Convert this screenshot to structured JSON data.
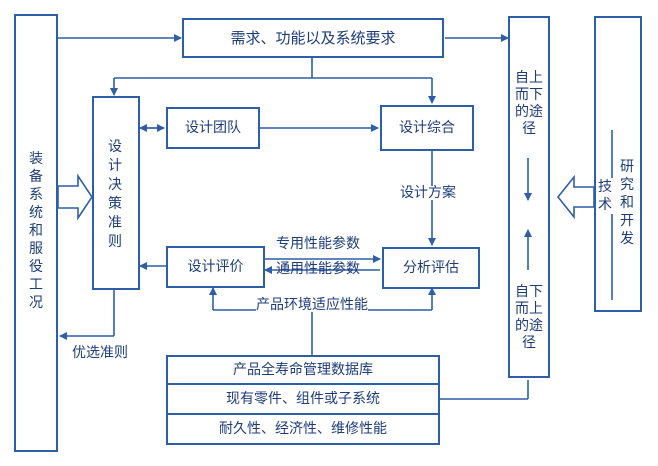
{
  "boxes": {
    "requirements": "需求、功能以及系统要求",
    "design_team": "设计团队",
    "design_synthesis": "设计综合",
    "design_evaluation": "设计评价",
    "analysis_evaluation": "分析评估",
    "design_decision_criteria": "设计决策准则",
    "equipment_service_conditions": "装备系统和服役工况",
    "research_development": "研究和开发",
    "technology": "技术"
  },
  "database": {
    "title": "产品全寿命管理数据库",
    "row2": "现有零件、组件或子系统",
    "row3": "耐久性、经济性、维修性能"
  },
  "labels": {
    "design_scheme": "设计方案",
    "special_performance": "专用性能参数",
    "general_performance": "通用性能参数",
    "environment_adaptability": "产品环境适应性能",
    "preferred_criteria": "优选准则",
    "top_down_path": "自上而下的途径",
    "bottom_up_path": "自下而上的途径"
  },
  "colors": {
    "line": "#2d5fa8",
    "text": "#1d3d7a"
  }
}
